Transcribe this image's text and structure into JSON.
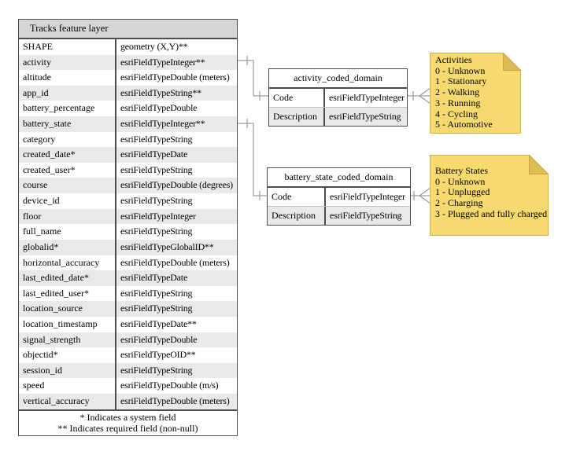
{
  "main_table": {
    "title": "Tracks feature layer",
    "rows": [
      {
        "field": "SHAPE",
        "type": "geometry (X,Y)**"
      },
      {
        "field": "activity",
        "type": "esriFieldTypeInteger**"
      },
      {
        "field": "altitude",
        "type": "esriFieldTypeDouble (meters)"
      },
      {
        "field": "app_id",
        "type": "esriFieldTypeString**"
      },
      {
        "field": "battery_percentage",
        "type": "esriFieldTypeDouble"
      },
      {
        "field": "battery_state",
        "type": "esriFieldTypeInteger**"
      },
      {
        "field": "category",
        "type": "esriFieldTypeString"
      },
      {
        "field": "created_date*",
        "type": "esriFieldTypeDate"
      },
      {
        "field": "created_user*",
        "type": "esriFieldTypeString"
      },
      {
        "field": "course",
        "type": "esriFieldTypeDouble (degrees)"
      },
      {
        "field": "device_id",
        "type": "esriFieldTypeString"
      },
      {
        "field": "floor",
        "type": "esriFieldTypeInteger"
      },
      {
        "field": "full_name",
        "type": "esriFieldTypeString"
      },
      {
        "field": "globalid*",
        "type": "esriFieldTypeGlobalID**"
      },
      {
        "field": "horizontal_accuracy",
        "type": "esriFieldTypeDouble (meters)"
      },
      {
        "field": "last_edited_date*",
        "type": "esriFieldTypeDate"
      },
      {
        "field": "last_edited_user*",
        "type": "esriFieldTypeString"
      },
      {
        "field": "location_source",
        "type": "esriFieldTypeString"
      },
      {
        "field": "location_timestamp",
        "type": "esriFieldTypeDate**"
      },
      {
        "field": "signal_strength",
        "type": "esriFieldTypeDouble"
      },
      {
        "field": "objectid*",
        "type": "esriFieldTypeOID**"
      },
      {
        "field": "session_id",
        "type": "esriFieldTypeString"
      },
      {
        "field": "speed",
        "type": "esriFieldTypeDouble (m/s)"
      },
      {
        "field": "vertical_accuracy",
        "type": "esriFieldTypeDouble (meters)"
      }
    ],
    "footnotes": [
      "* Indicates a system field",
      "** Indicates required field (non-null)"
    ]
  },
  "domain_tables": [
    {
      "title": "activity_coded_domain",
      "rows": [
        {
          "field": "Code",
          "type": "esriFieldTypeInteger"
        },
        {
          "field": "Description",
          "type": "esriFieldTypeString"
        }
      ]
    },
    {
      "title": "battery_state_coded_domain",
      "rows": [
        {
          "field": "Code",
          "type": "esriFieldTypeInteger"
        },
        {
          "field": "Description",
          "type": "esriFieldTypeString"
        }
      ]
    }
  ],
  "notes": [
    {
      "title": "Activities",
      "lines": [
        "0 - Unknown",
        "1 - Stationary",
        "2 - Walking",
        "3 - Running",
        "4 - Cycling",
        "5 - Automotive"
      ]
    },
    {
      "title": "Battery States",
      "lines": [
        "0 - Unknown",
        "1 - Unplugged",
        "2 - Charging",
        "3 - Plugged and fully charged"
      ]
    }
  ],
  "colors": {
    "note_fill": "#F6DA70",
    "note_fold": "#DFBB55",
    "note_border": "#D2B04A",
    "table_header_fill": "#D6D6D6",
    "row_alt_fill": "#E9E9E9",
    "table_border": "#4D4D4D",
    "connector": "#9B9B9B"
  }
}
